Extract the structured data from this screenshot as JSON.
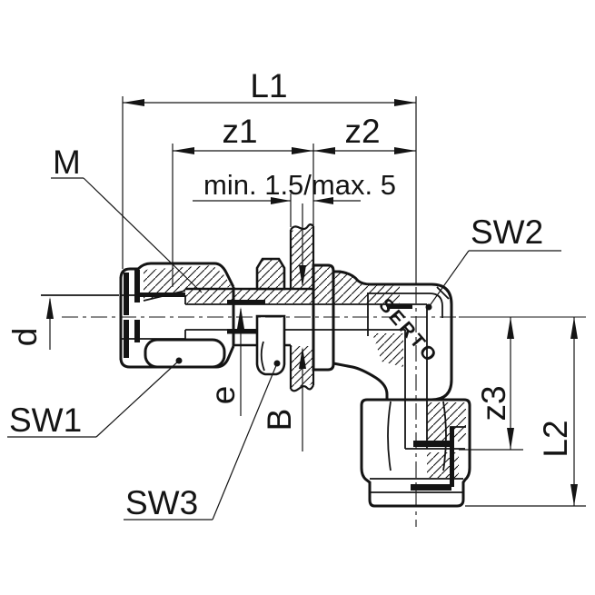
{
  "drawing": {
    "brand": "SERTO",
    "labels": {
      "l1": "L1",
      "z1": "z1",
      "z2": "z2",
      "clamp_range": "min. 1.5/max. 5",
      "thread": "M",
      "tube_diameter": "d",
      "bore_diameter": "e",
      "panel_hole": "B",
      "z3": "z3",
      "l2": "L2",
      "sw1": "SW1",
      "sw2": "SW2",
      "sw3": "SW3"
    },
    "colors": {
      "line": "#141414",
      "background": "#ffffff"
    }
  }
}
